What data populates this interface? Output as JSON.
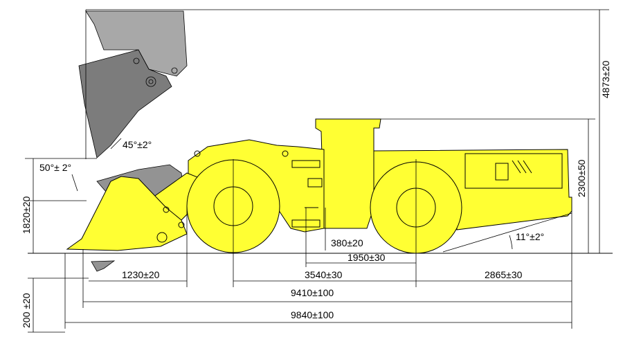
{
  "dimensions": {
    "overall_height": "4873±20",
    "cab_height": "2300±50",
    "lip_height": "1820±20",
    "ground_clearance": "200 ±20",
    "raise_angle": "45°±2°",
    "dump_angle": "50°± 2°",
    "departure_angle": "11°±2°",
    "axle_offset": "380±20",
    "center_to_rear_axle": "1950±30",
    "front_overhang": "1230±20",
    "wheelbase": "3540±30",
    "rear_overhang": "2865±30",
    "length_bucket_level": "9410±100",
    "length_overall": "9840±100"
  },
  "colors": {
    "machine_body": "#ffff33",
    "bucket_raised": "#a8a8a8",
    "bucket_dump": "#7c7c7c",
    "bucket_low": "#939393",
    "lines": "#000000"
  }
}
